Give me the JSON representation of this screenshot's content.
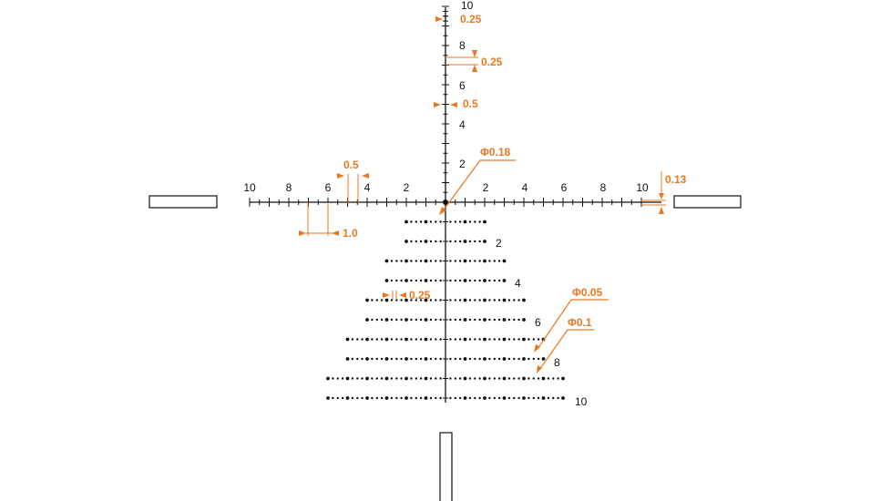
{
  "colors": {
    "reticle": "#111111",
    "annotation": "#e87722",
    "background": "#ffffff"
  },
  "axis_labels": {
    "horizontal_left": [
      "10",
      "8",
      "6",
      "4",
      "2"
    ],
    "horizontal_right": [
      "2",
      "4",
      "6",
      "8",
      "10"
    ],
    "vertical_up": [
      "2",
      "4",
      "6",
      "8",
      "10"
    ],
    "tree_rows": [
      "2",
      "4",
      "6",
      "8",
      "10"
    ]
  },
  "annotations": {
    "top_tick_spacing": "0.25",
    "tick_thickness": "0.25",
    "half_tick_spacing": "0.5",
    "center_dot": "Φ0.18",
    "horizontal_half_spacing": "0.5",
    "horizontal_major_spacing": "1.0",
    "line_thickness": "0.13",
    "tree_dot_spacing": "0.25",
    "small_dot": "Φ0.05",
    "large_dot": "Φ0.1"
  }
}
